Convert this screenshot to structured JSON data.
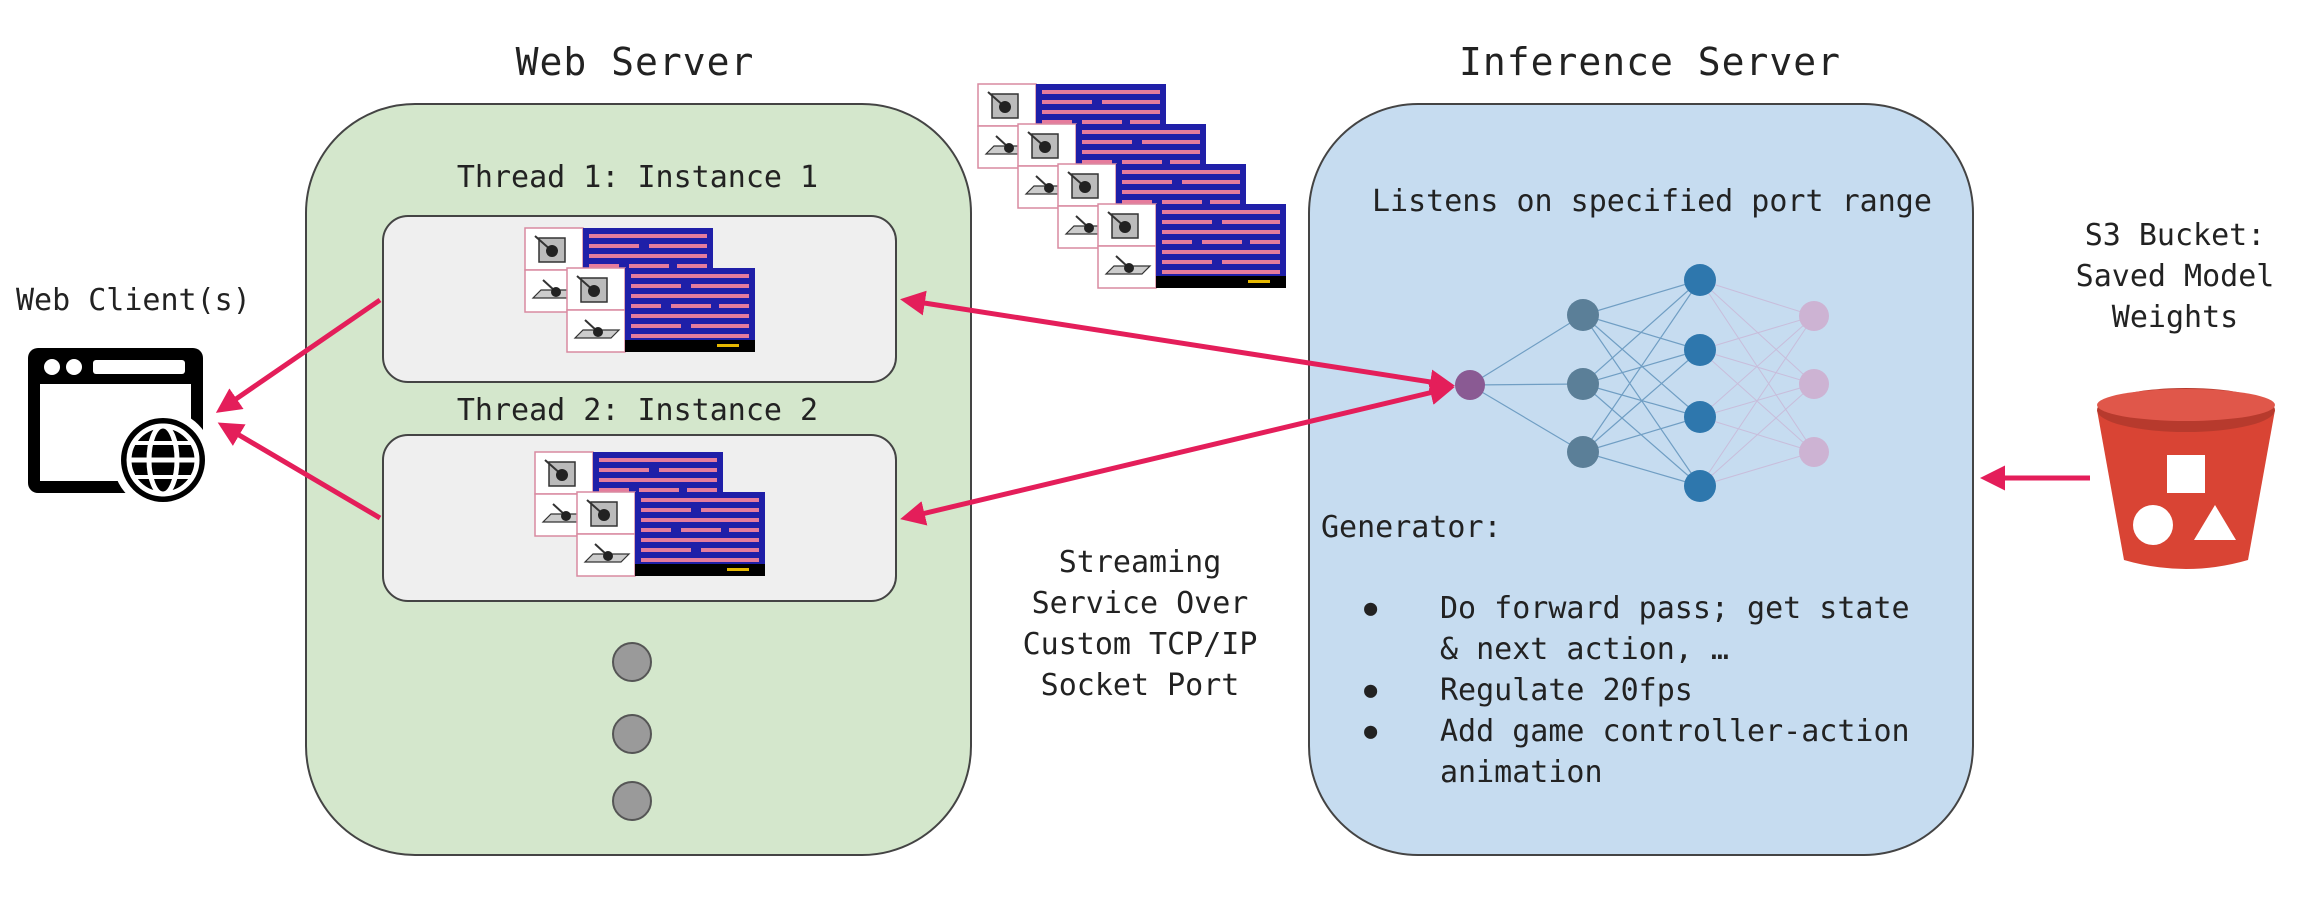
{
  "web_server": {
    "title": "Web Server",
    "threads": [
      {
        "label": "Thread 1: Instance 1"
      },
      {
        "label": "Thread 2: Instance 2"
      }
    ]
  },
  "inference_server": {
    "title": "Inference Server",
    "listens_text": "Listens on specified port range",
    "generator_label": "Generator:",
    "generator_items": [
      "Do forward pass; get state & next action, …",
      "Regulate 20fps",
      "Add game controller-action animation"
    ]
  },
  "web_clients": {
    "label": "Web Client(s)",
    "icon": "browser-globe-icon"
  },
  "streaming": {
    "lines": [
      "Streaming",
      "Service Over",
      "Custom TCP/IP",
      "Socket Port"
    ]
  },
  "s3": {
    "lines": [
      "S3 Bucket:",
      "Saved Model",
      "Weights"
    ],
    "icon": "s3-bucket-icon"
  },
  "colors": {
    "arrow": "#e41e5a",
    "web_panel": "#d4e7cc",
    "inference_panel": "#c6dcf0",
    "bucket": "#d94434",
    "nn_input": "#8a5a93",
    "nn_hidden1": "#5b7f98",
    "nn_hidden2": "#2e77ad",
    "nn_output": "#cdb3d3"
  }
}
